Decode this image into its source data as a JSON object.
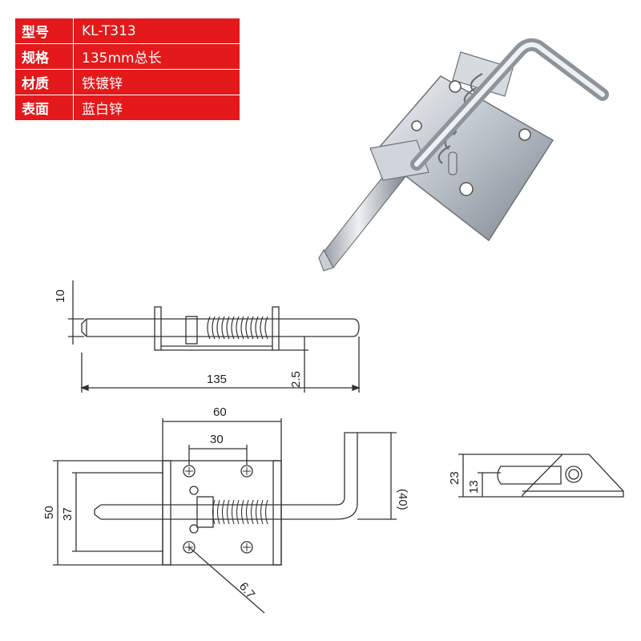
{
  "specs": [
    {
      "label": "型号",
      "value": "KL-T313"
    },
    {
      "label": "规格",
      "value": "135mm总长"
    },
    {
      "label": "材质",
      "value": "铁镀锌"
    },
    {
      "label": "表面",
      "value": "蓝白锌"
    }
  ],
  "side_view": {
    "dim_height": "10",
    "dim_length": "135",
    "dim_thickness": "2.5"
  },
  "front_view": {
    "dim_width": "60",
    "dim_hole_spacing": "30",
    "dim_height": "50",
    "dim_hole_vspacing": "37",
    "dim_handle": "(40)",
    "dim_hole": "6.7"
  },
  "end_view": {
    "dim_height": "23",
    "dim_pin_height": "13"
  },
  "colors": {
    "table_bg": "#e3191c",
    "table_text": "#ffffff",
    "line": "#333333"
  }
}
